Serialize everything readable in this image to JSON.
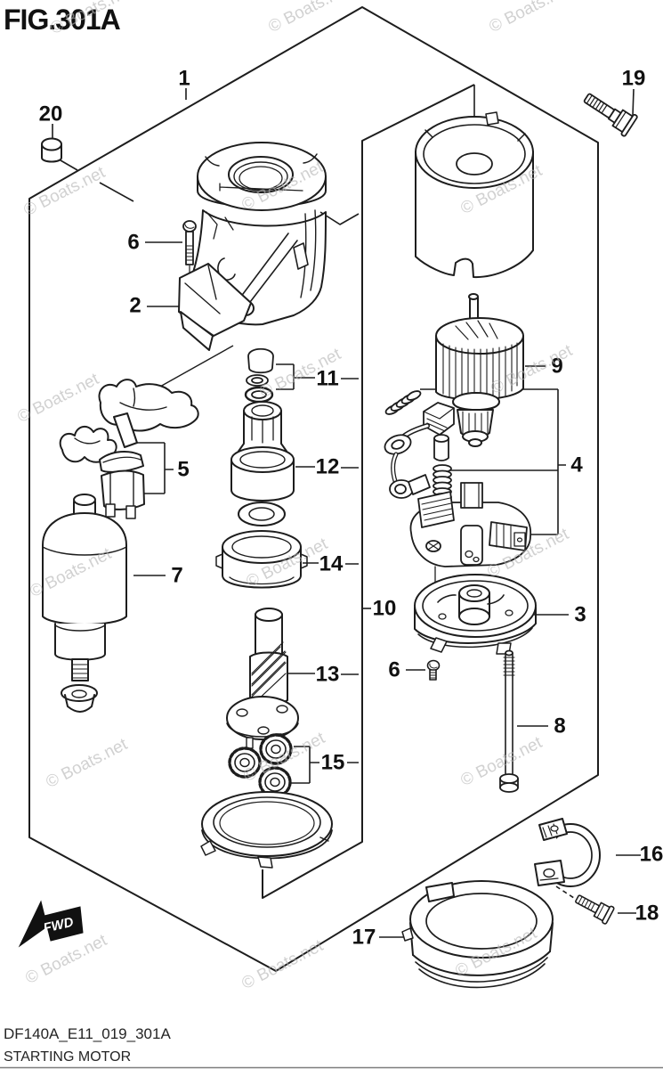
{
  "header": {
    "title": "FIG.301A"
  },
  "footer": {
    "code": "DF140A_E11_019_301A",
    "name": "STARTING MOTOR"
  },
  "watermark": {
    "text": "© Boats.net"
  },
  "fwd": {
    "label": "FWD"
  },
  "callouts": {
    "c1": "1",
    "c2": "2",
    "c3": "3",
    "c4": "4",
    "c5": "5",
    "c6a": "6",
    "c6b": "6",
    "c7": "7",
    "c8": "8",
    "c9": "9",
    "c10": "10",
    "c11": "11",
    "c12": "12",
    "c13": "13",
    "c14": "14",
    "c15": "15",
    "c16": "16",
    "c17": "17",
    "c18": "18",
    "c19": "19",
    "c20": "20"
  }
}
